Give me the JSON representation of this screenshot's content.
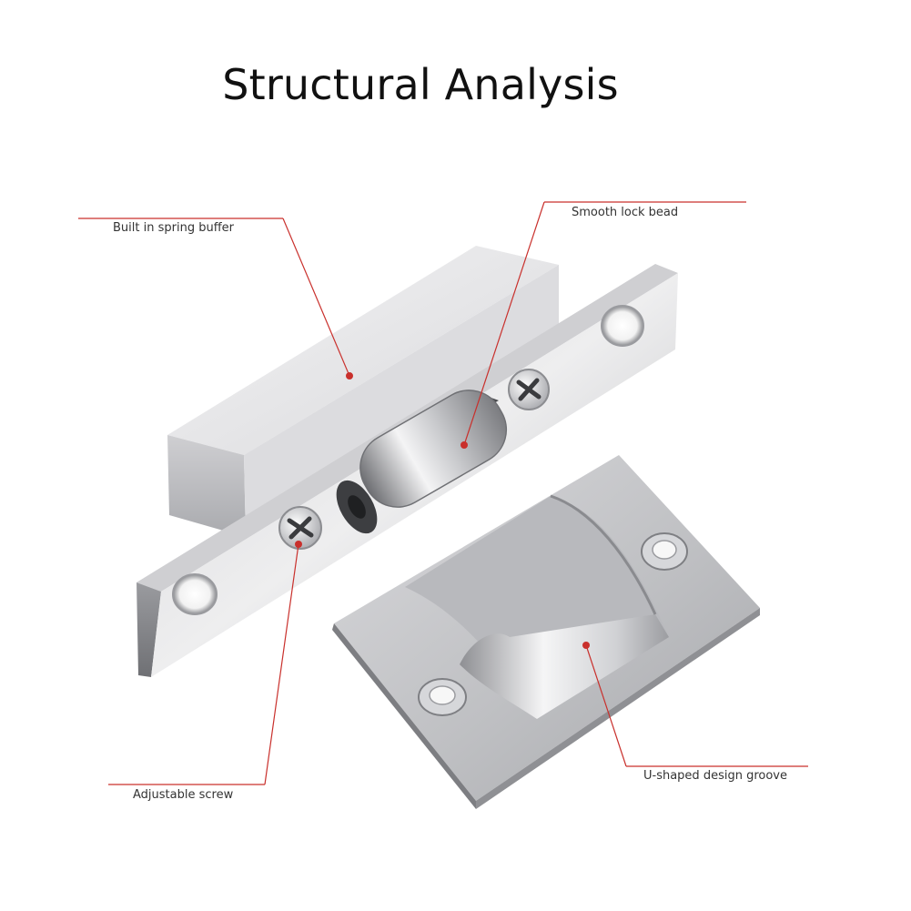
{
  "title": "Structural Analysis",
  "callouts": {
    "spring_buffer": "Built in spring buffer",
    "lock_bead": "Smooth lock bead",
    "adjustable_screw": "Adjustable screw",
    "design_groove": "U-shaped design groove"
  },
  "colors": {
    "leader_line": "#c9302c",
    "metal_light": "#e6e6e8",
    "metal_mid": "#c4c4c7",
    "metal_dark": "#8d8e92"
  }
}
